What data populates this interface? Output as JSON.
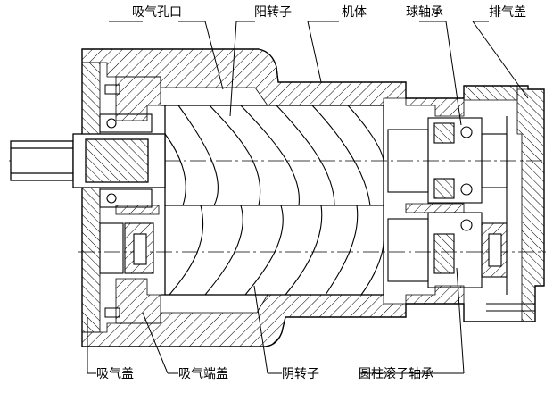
{
  "labels_top": [
    "吸气孔口",
    "阳转子",
    "机体",
    "球轴承",
    "排气盖"
  ],
  "labels_bottom": [
    "吸气盖",
    "吸气端盖",
    "阴转子",
    "圆柱滚子轴承"
  ],
  "line_color": "#000000",
  "background": "#ffffff"
}
